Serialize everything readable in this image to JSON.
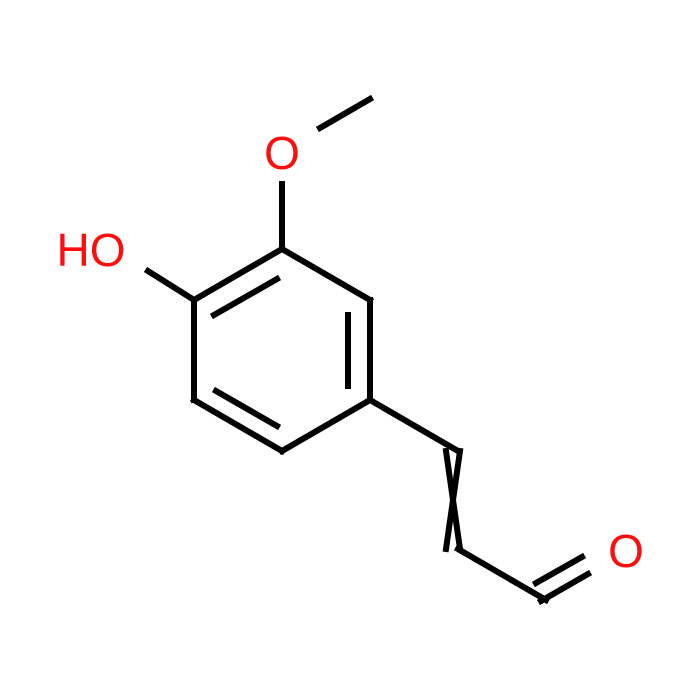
{
  "molecule": {
    "atom_labels": {
      "methoxy_oxygen": "O",
      "hydroxyl": "HO",
      "aldehyde_oxygen": "O"
    },
    "colors": {
      "bond": "#000000",
      "heteroatom": "#ff0d0d"
    }
  }
}
